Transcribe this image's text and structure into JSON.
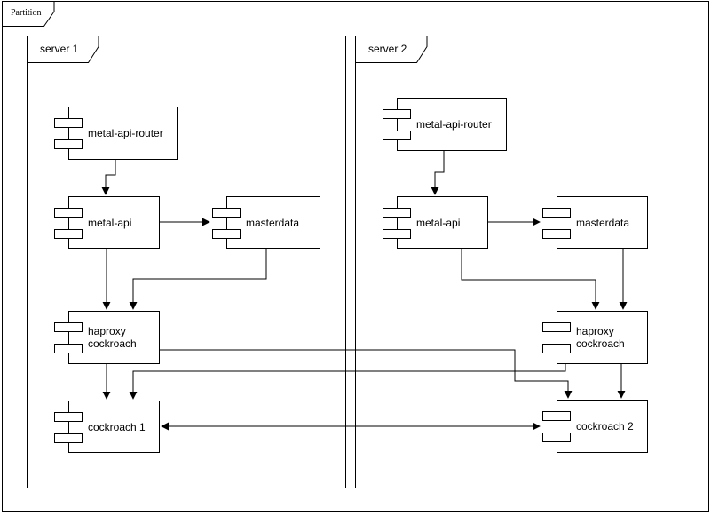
{
  "partition": {
    "label": "Partition"
  },
  "servers": [
    {
      "label": "server 1",
      "components": [
        {
          "id": "metal-api-router",
          "label": "metal-api-router"
        },
        {
          "id": "metal-api",
          "label": "metal-api"
        },
        {
          "id": "masterdata",
          "label": "masterdata"
        },
        {
          "id": "haproxy-cockroach",
          "label": "haproxy cockroach"
        },
        {
          "id": "cockroach-1",
          "label": "cockroach 1"
        }
      ]
    },
    {
      "label": "server 2",
      "components": [
        {
          "id": "metal-api-router",
          "label": "metal-api-router"
        },
        {
          "id": "metal-api",
          "label": "metal-api"
        },
        {
          "id": "masterdata",
          "label": "masterdata"
        },
        {
          "id": "haproxy-cockroach",
          "label": "haproxy cockroach"
        },
        {
          "id": "cockroach-2",
          "label": "cockroach 2"
        }
      ]
    }
  ],
  "edges": [
    {
      "from": "server1/metal-api-router",
      "to": "server1/metal-api",
      "direction": "one-way"
    },
    {
      "from": "server1/metal-api",
      "to": "server1/masterdata",
      "direction": "one-way"
    },
    {
      "from": "server1/metal-api",
      "to": "server1/haproxy-cockroach",
      "direction": "one-way"
    },
    {
      "from": "server1/masterdata",
      "to": "server1/haproxy-cockroach",
      "direction": "one-way"
    },
    {
      "from": "server1/haproxy-cockroach",
      "to": "server1/cockroach-1",
      "direction": "one-way"
    },
    {
      "from": "server1/haproxy-cockroach",
      "to": "server2/cockroach-2",
      "direction": "one-way"
    },
    {
      "from": "server2/metal-api-router",
      "to": "server2/metal-api",
      "direction": "one-way"
    },
    {
      "from": "server2/metal-api",
      "to": "server2/masterdata",
      "direction": "one-way"
    },
    {
      "from": "server2/metal-api",
      "to": "server2/haproxy-cockroach",
      "direction": "one-way"
    },
    {
      "from": "server2/masterdata",
      "to": "server2/haproxy-cockroach",
      "direction": "one-way"
    },
    {
      "from": "server2/haproxy-cockroach",
      "to": "server2/cockroach-2",
      "direction": "one-way"
    },
    {
      "from": "server2/haproxy-cockroach",
      "to": "server1/cockroach-1",
      "direction": "one-way"
    },
    {
      "from": "server1/cockroach-1",
      "to": "server2/cockroach-2",
      "direction": "two-way"
    }
  ],
  "colors": {
    "stroke": "#000000",
    "shape_fill": "#ffffff",
    "background": "#ffffff",
    "text": "#000000"
  }
}
